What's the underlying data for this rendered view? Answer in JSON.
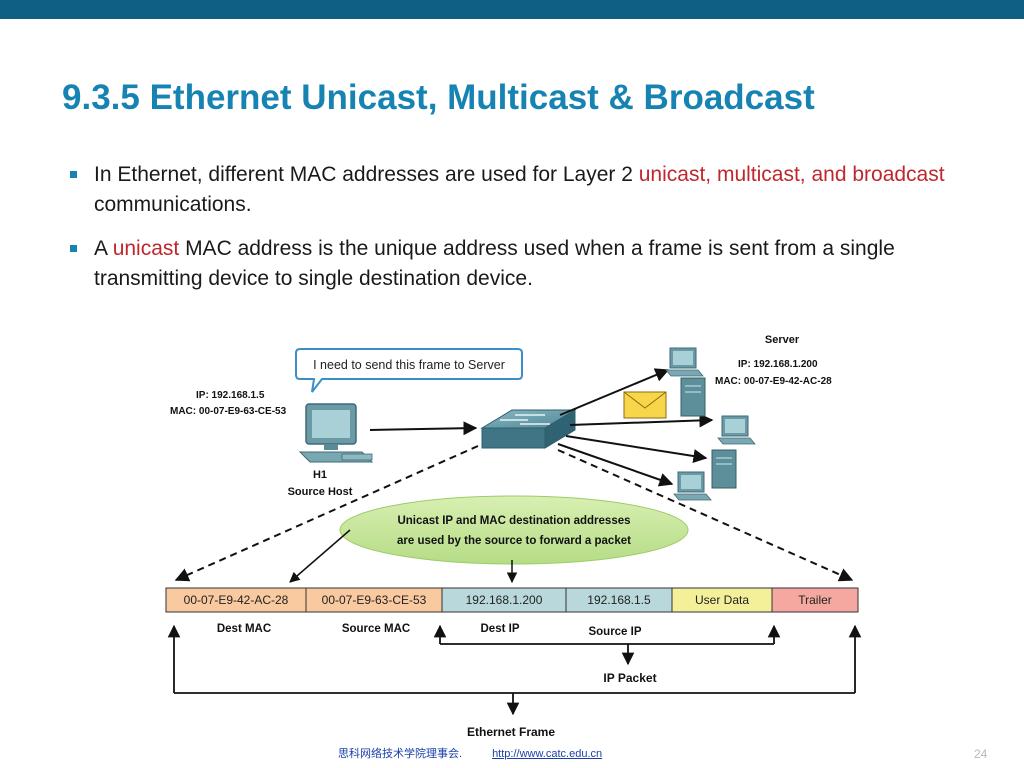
{
  "title": "9.3.5 Ethernet Unicast, Multicast & Broadcast",
  "bullets": [
    {
      "text_1": "In Ethernet, different MAC addresses are used for Layer 2 ",
      "highlight_1": "unicast, multicast, and broadcast",
      "text_2": " communications."
    },
    {
      "text_1": "A ",
      "highlight_1": "unicast",
      "text_2": " MAC address is the unique address used when a frame is sent from a single transmitting device to single destination device."
    }
  ],
  "diagram": {
    "speech_bubble": "I need to send this frame to Server",
    "h1_ip": "IP: 192.168.1.5",
    "h1_mac": "MAC: 00-07-E9-63-CE-53",
    "h1_name": "H1",
    "h1_role": "Source Host",
    "server_name": "Server",
    "server_ip": "IP: 192.168.1.200",
    "server_mac": "MAC: 00-07-E9-42-AC-28",
    "ellipse_line_1": "Unicast IP and MAC destination addresses",
    "ellipse_line_2": "are used by the source to forward a packet",
    "frame_fields": [
      {
        "value": "00-07-E9-42-AC-28",
        "label": "Dest MAC",
        "color": "#f9c9a0"
      },
      {
        "value": "00-07-E9-63-CE-53",
        "label": "Source MAC",
        "color": "#f9c9a0"
      },
      {
        "value": "192.168.1.200",
        "label": "Dest IP",
        "color": "#b8d8dc"
      },
      {
        "value": "192.168.1.5",
        "label": "Source IP",
        "color": "#b8d8dc"
      },
      {
        "value": "User Data",
        "label": "",
        "color": "#f4f09a"
      },
      {
        "value": "Trailer",
        "label": "",
        "color": "#f4a8a0"
      }
    ],
    "ip_packet_label": "IP Packet",
    "ethernet_frame_label": "Ethernet Frame"
  },
  "footer": {
    "org": "思科网络技术学院理事会.",
    "url": "http://www.catc.edu.cn"
  },
  "page_number": "24"
}
